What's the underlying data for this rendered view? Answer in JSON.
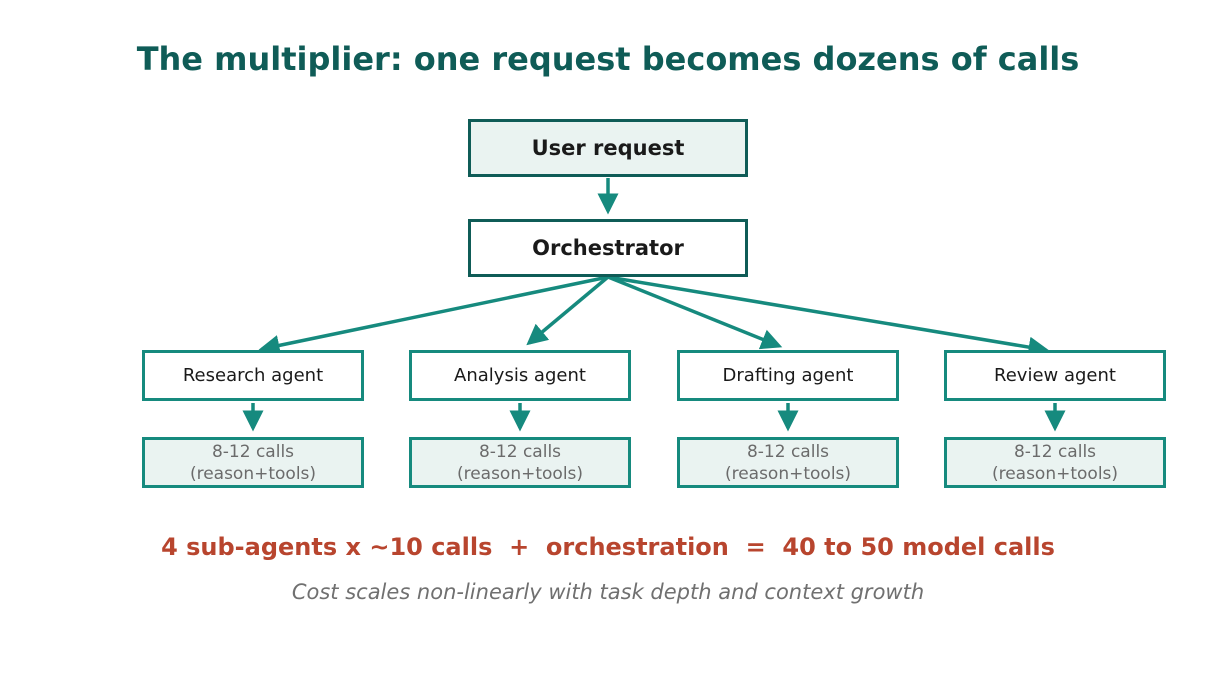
{
  "title": "The multiplier: one request becomes dozens of calls",
  "nodes": {
    "user_request": "User request",
    "orchestrator": "Orchestrator"
  },
  "agents": [
    {
      "label": "Research agent",
      "calls_line1": "8-12 calls",
      "calls_line2": "(reason+tools)"
    },
    {
      "label": "Analysis agent",
      "calls_line1": "8-12 calls",
      "calls_line2": "(reason+tools)"
    },
    {
      "label": "Drafting agent",
      "calls_line1": "8-12 calls",
      "calls_line2": "(reason+tools)"
    },
    {
      "label": "Review agent",
      "calls_line1": "8-12 calls",
      "calls_line2": "(reason+tools)"
    }
  ],
  "formula": "4 sub-agents x ~10 calls  +  orchestration  =  40 to 50 model calls",
  "subtitle": "Cost scales non-linearly with task depth and context growth",
  "colors": {
    "title": "#0f5c57",
    "top_border": "#0f5c57",
    "agent_border": "#168a7e",
    "arrow": "#168a7e",
    "light_fill": "#eaf3f1",
    "formula": "#b8452e",
    "subtitle": "#707070"
  }
}
